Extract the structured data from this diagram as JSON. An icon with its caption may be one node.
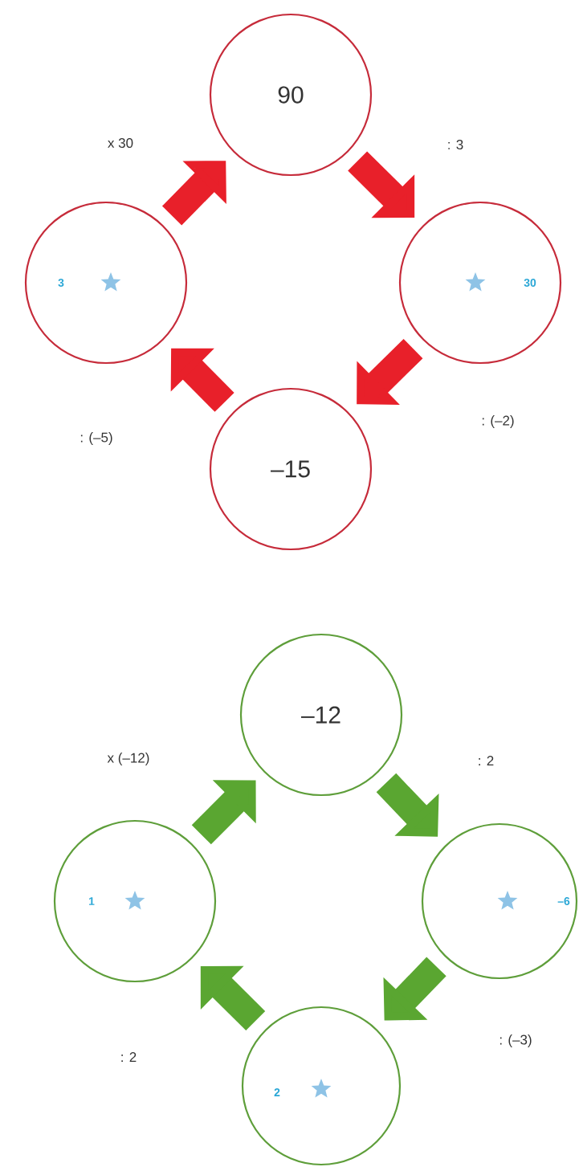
{
  "diagram": {
    "nodes": [
      {
        "text": [
          "90"
        ]
      },
      {
        "text": [
          "3"
        ]
      },
      {
        "text": [
          "30"
        ]
      },
      {
        "text": [
          "–15"
        ]
      },
      {
        "text": [
          "–12"
        ]
      },
      {
        "text": [
          "1"
        ]
      },
      {
        "text": [
          "–6"
        ]
      },
      {
        "text": [
          "2"
        ]
      }
    ],
    "edges": [
      {
        "from": 1,
        "to": 0,
        "arrow": "to",
        "color": "#e8202a"
      },
      {
        "from": 0,
        "to": 2,
        "arrow": "to",
        "color": "#e8202a"
      },
      {
        "from": 2,
        "to": 3,
        "arrow": "to",
        "color": "#e8202a"
      },
      {
        "from": 3,
        "to": 1,
        "arrow": "to",
        "color": "#e8202a"
      },
      {
        "from": 5,
        "to": 4,
        "arrow": "to",
        "color": "#5aa631"
      },
      {
        "from": 4,
        "to": 6,
        "arrow": "to",
        "color": "#5aa631"
      },
      {
        "from": 6,
        "to": 7,
        "arrow": "to",
        "color": "#5aa631"
      },
      {
        "from": 7,
        "to": 5,
        "arrow": "to",
        "color": "#5aa631"
      }
    ],
    "labels": [
      "x 30",
      ": 3",
      ": (–2)",
      ": (–5)",
      "x (–12)",
      ": 2",
      ": (–3)",
      ": 2"
    ]
  }
}
